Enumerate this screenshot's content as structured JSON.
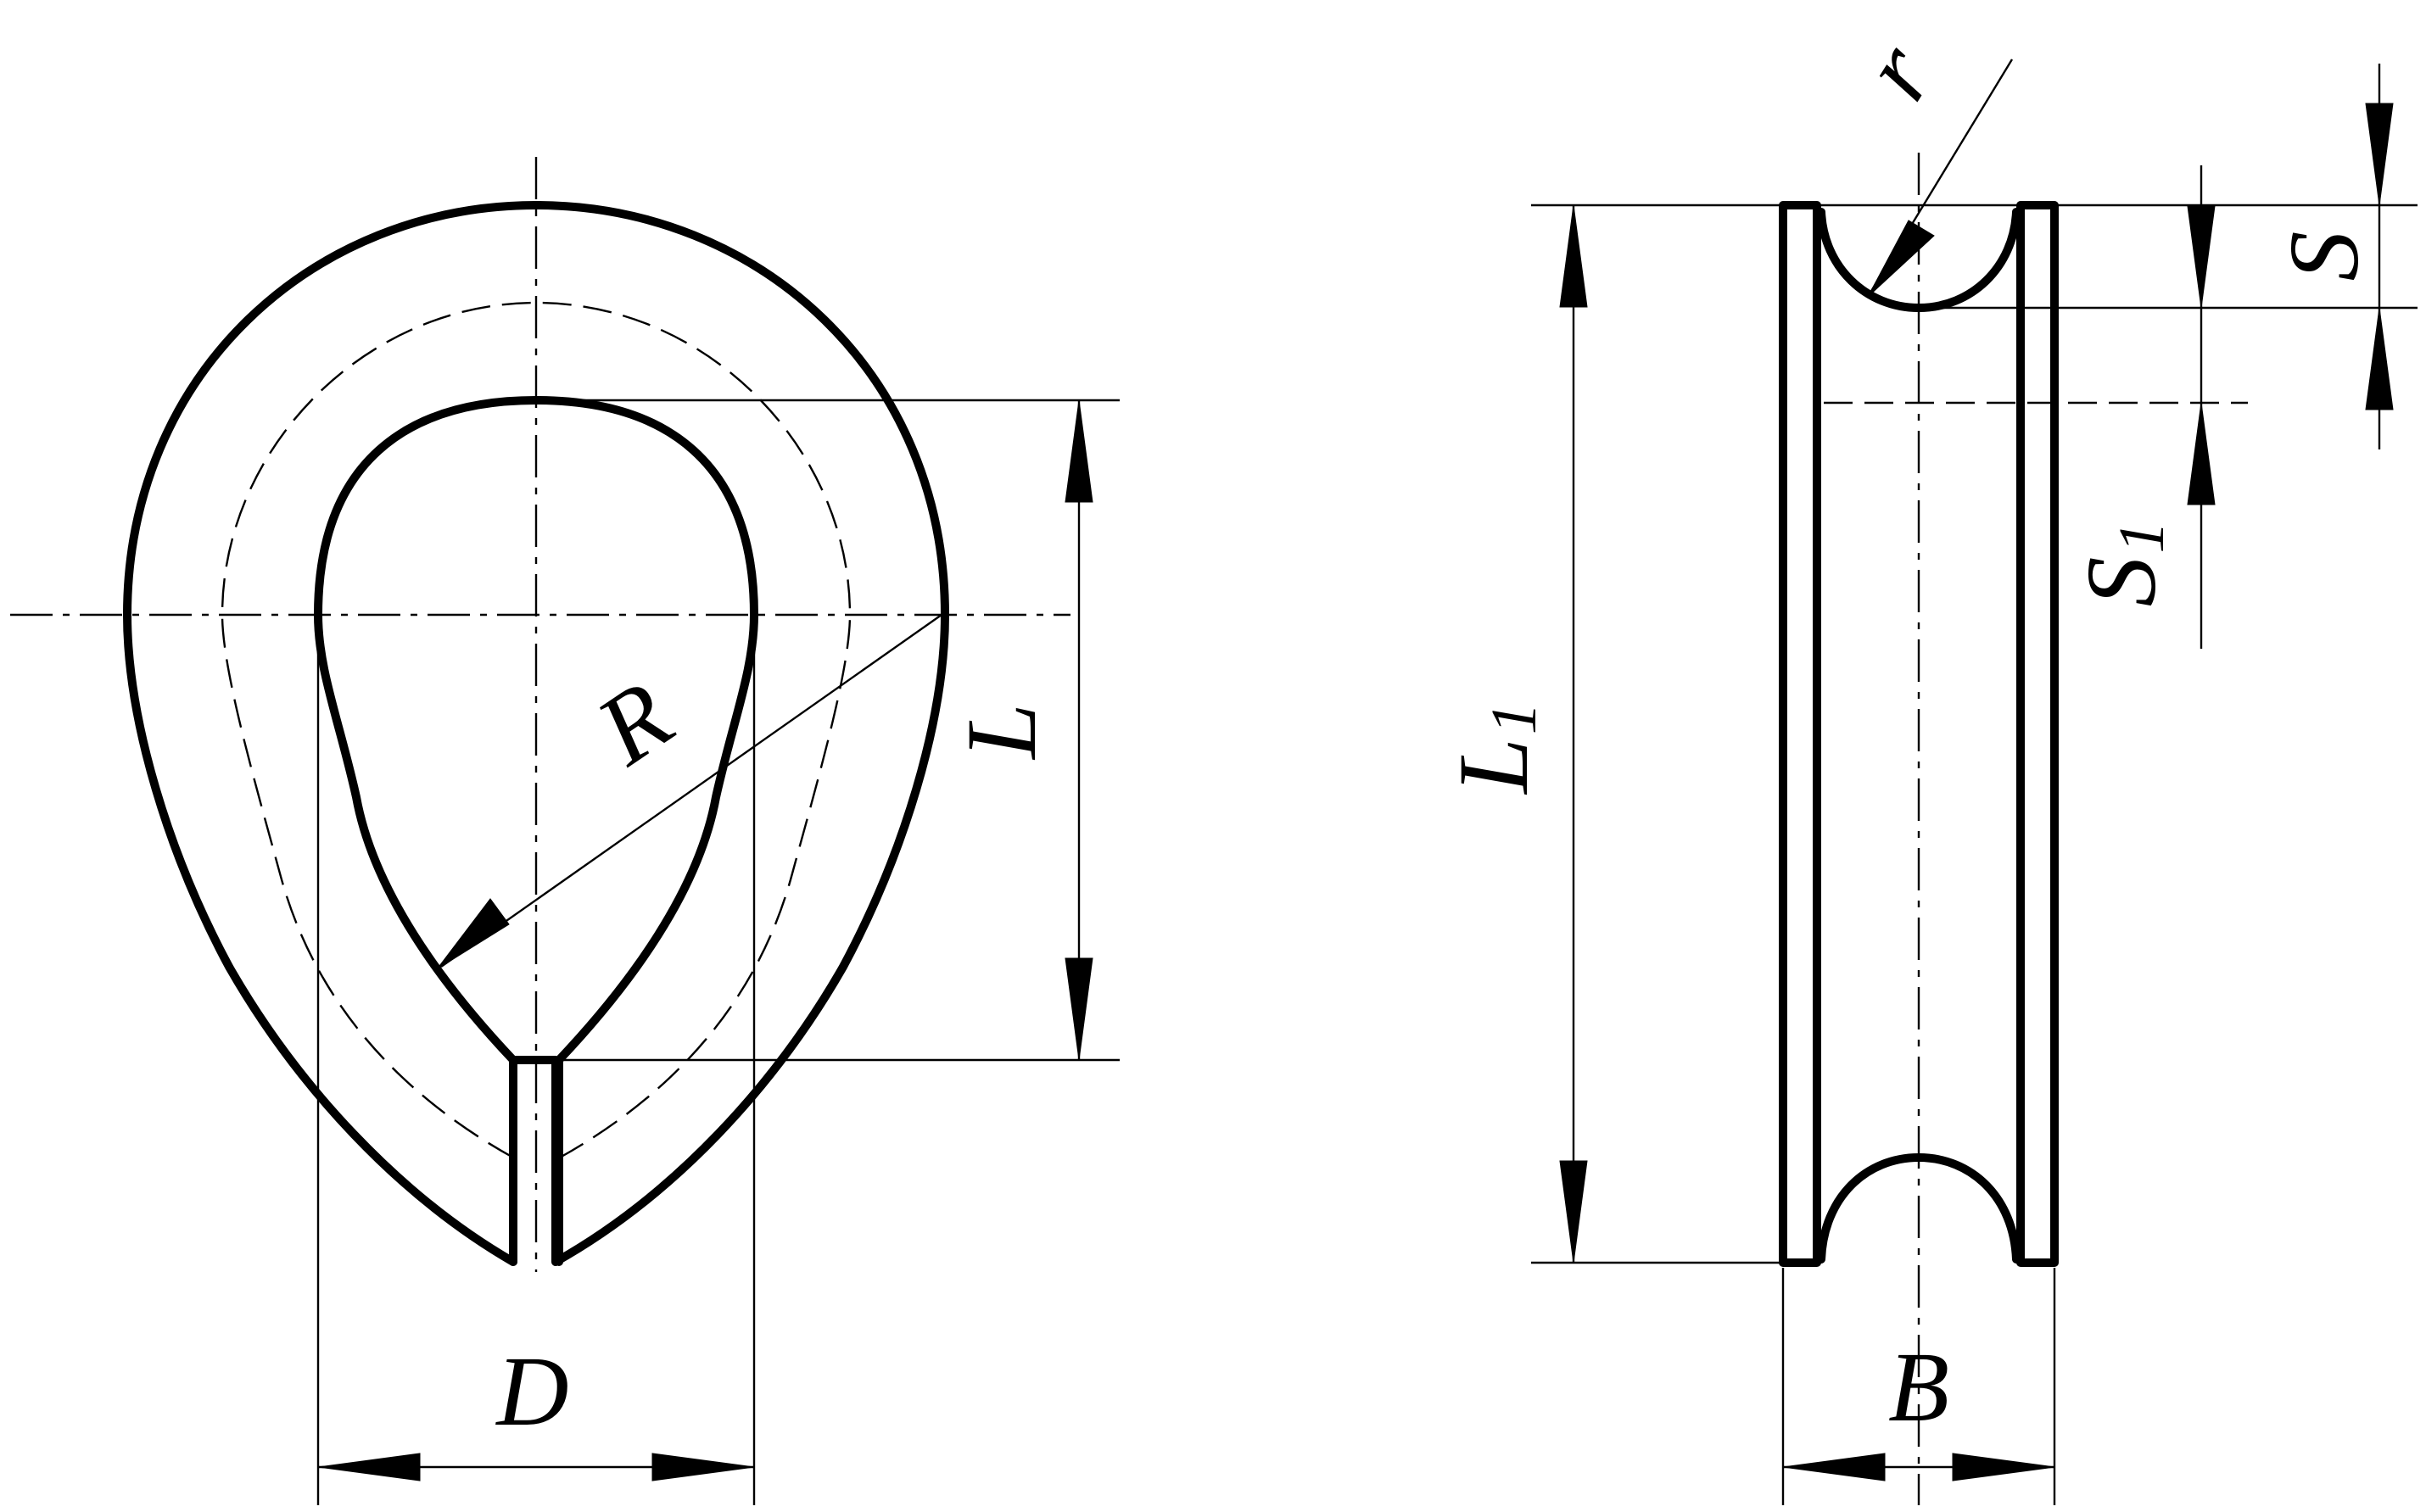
{
  "labels": {
    "D": "D",
    "R": "R",
    "L": "L",
    "L1_main": "L",
    "L1_sub": "1",
    "B": "B",
    "r": "r",
    "S": "S",
    "S1_main": "S",
    "S1_sub": "1"
  }
}
